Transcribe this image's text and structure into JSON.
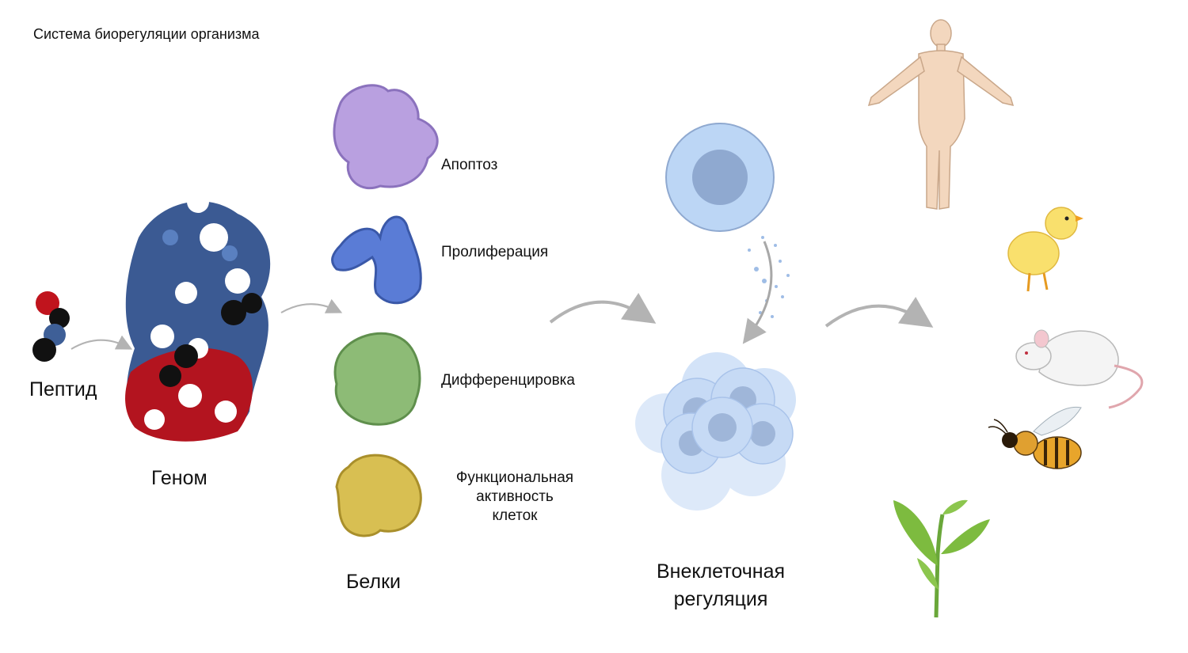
{
  "title": "Система биорегуляции организма",
  "labels": {
    "peptide": "Пептид",
    "genome": "Геном",
    "proteins": "Белки",
    "extracellular_line1": "Внеклеточная",
    "extracellular_line2": "регуляция"
  },
  "processes": [
    {
      "label": "Апоптоз",
      "color": "#b9a0e0"
    },
    {
      "label": "Пролиферация",
      "color": "#5a7cd6"
    },
    {
      "label": "Дифференцировка",
      "color": "#8dbb76"
    },
    {
      "label_lines": [
        "Функциональная",
        "активность",
        "клеток"
      ],
      "color": "#d8bf52"
    }
  ],
  "colors": {
    "arrow": "#b3b3b3",
    "cell": "#bcd6f5",
    "nucleus": "#8fa9d0",
    "genome_blue": "#3b5a93",
    "genome_red": "#b3141f"
  },
  "organisms": [
    "human-icon",
    "chick-icon",
    "rat-icon",
    "bee-icon",
    "plant-icon"
  ]
}
